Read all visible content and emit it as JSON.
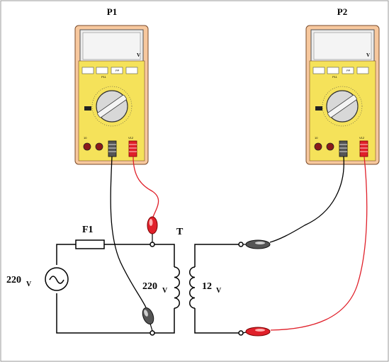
{
  "meters": {
    "p1": {
      "label": "P1",
      "unit": "V",
      "btn1": "P11",
      "btn2": "PP",
      "term_left": "10",
      "term_right": "V12"
    },
    "p2": {
      "label": "P2",
      "unit": "V",
      "btn1": "P11",
      "btn2": "PP",
      "term_left": "10",
      "term_right": "V12"
    }
  },
  "circuit": {
    "fuse": "F1",
    "transformer": "T",
    "source_value": "220",
    "source_unit": "V",
    "primary_value": "220",
    "primary_unit": "V",
    "secondary_value": "12",
    "secondary_unit": "V"
  },
  "colors": {
    "meter_body": "#f5e25a",
    "meter_case": "#f7c89e",
    "lead_red": "#e0202a",
    "lead_black": "#000000"
  }
}
